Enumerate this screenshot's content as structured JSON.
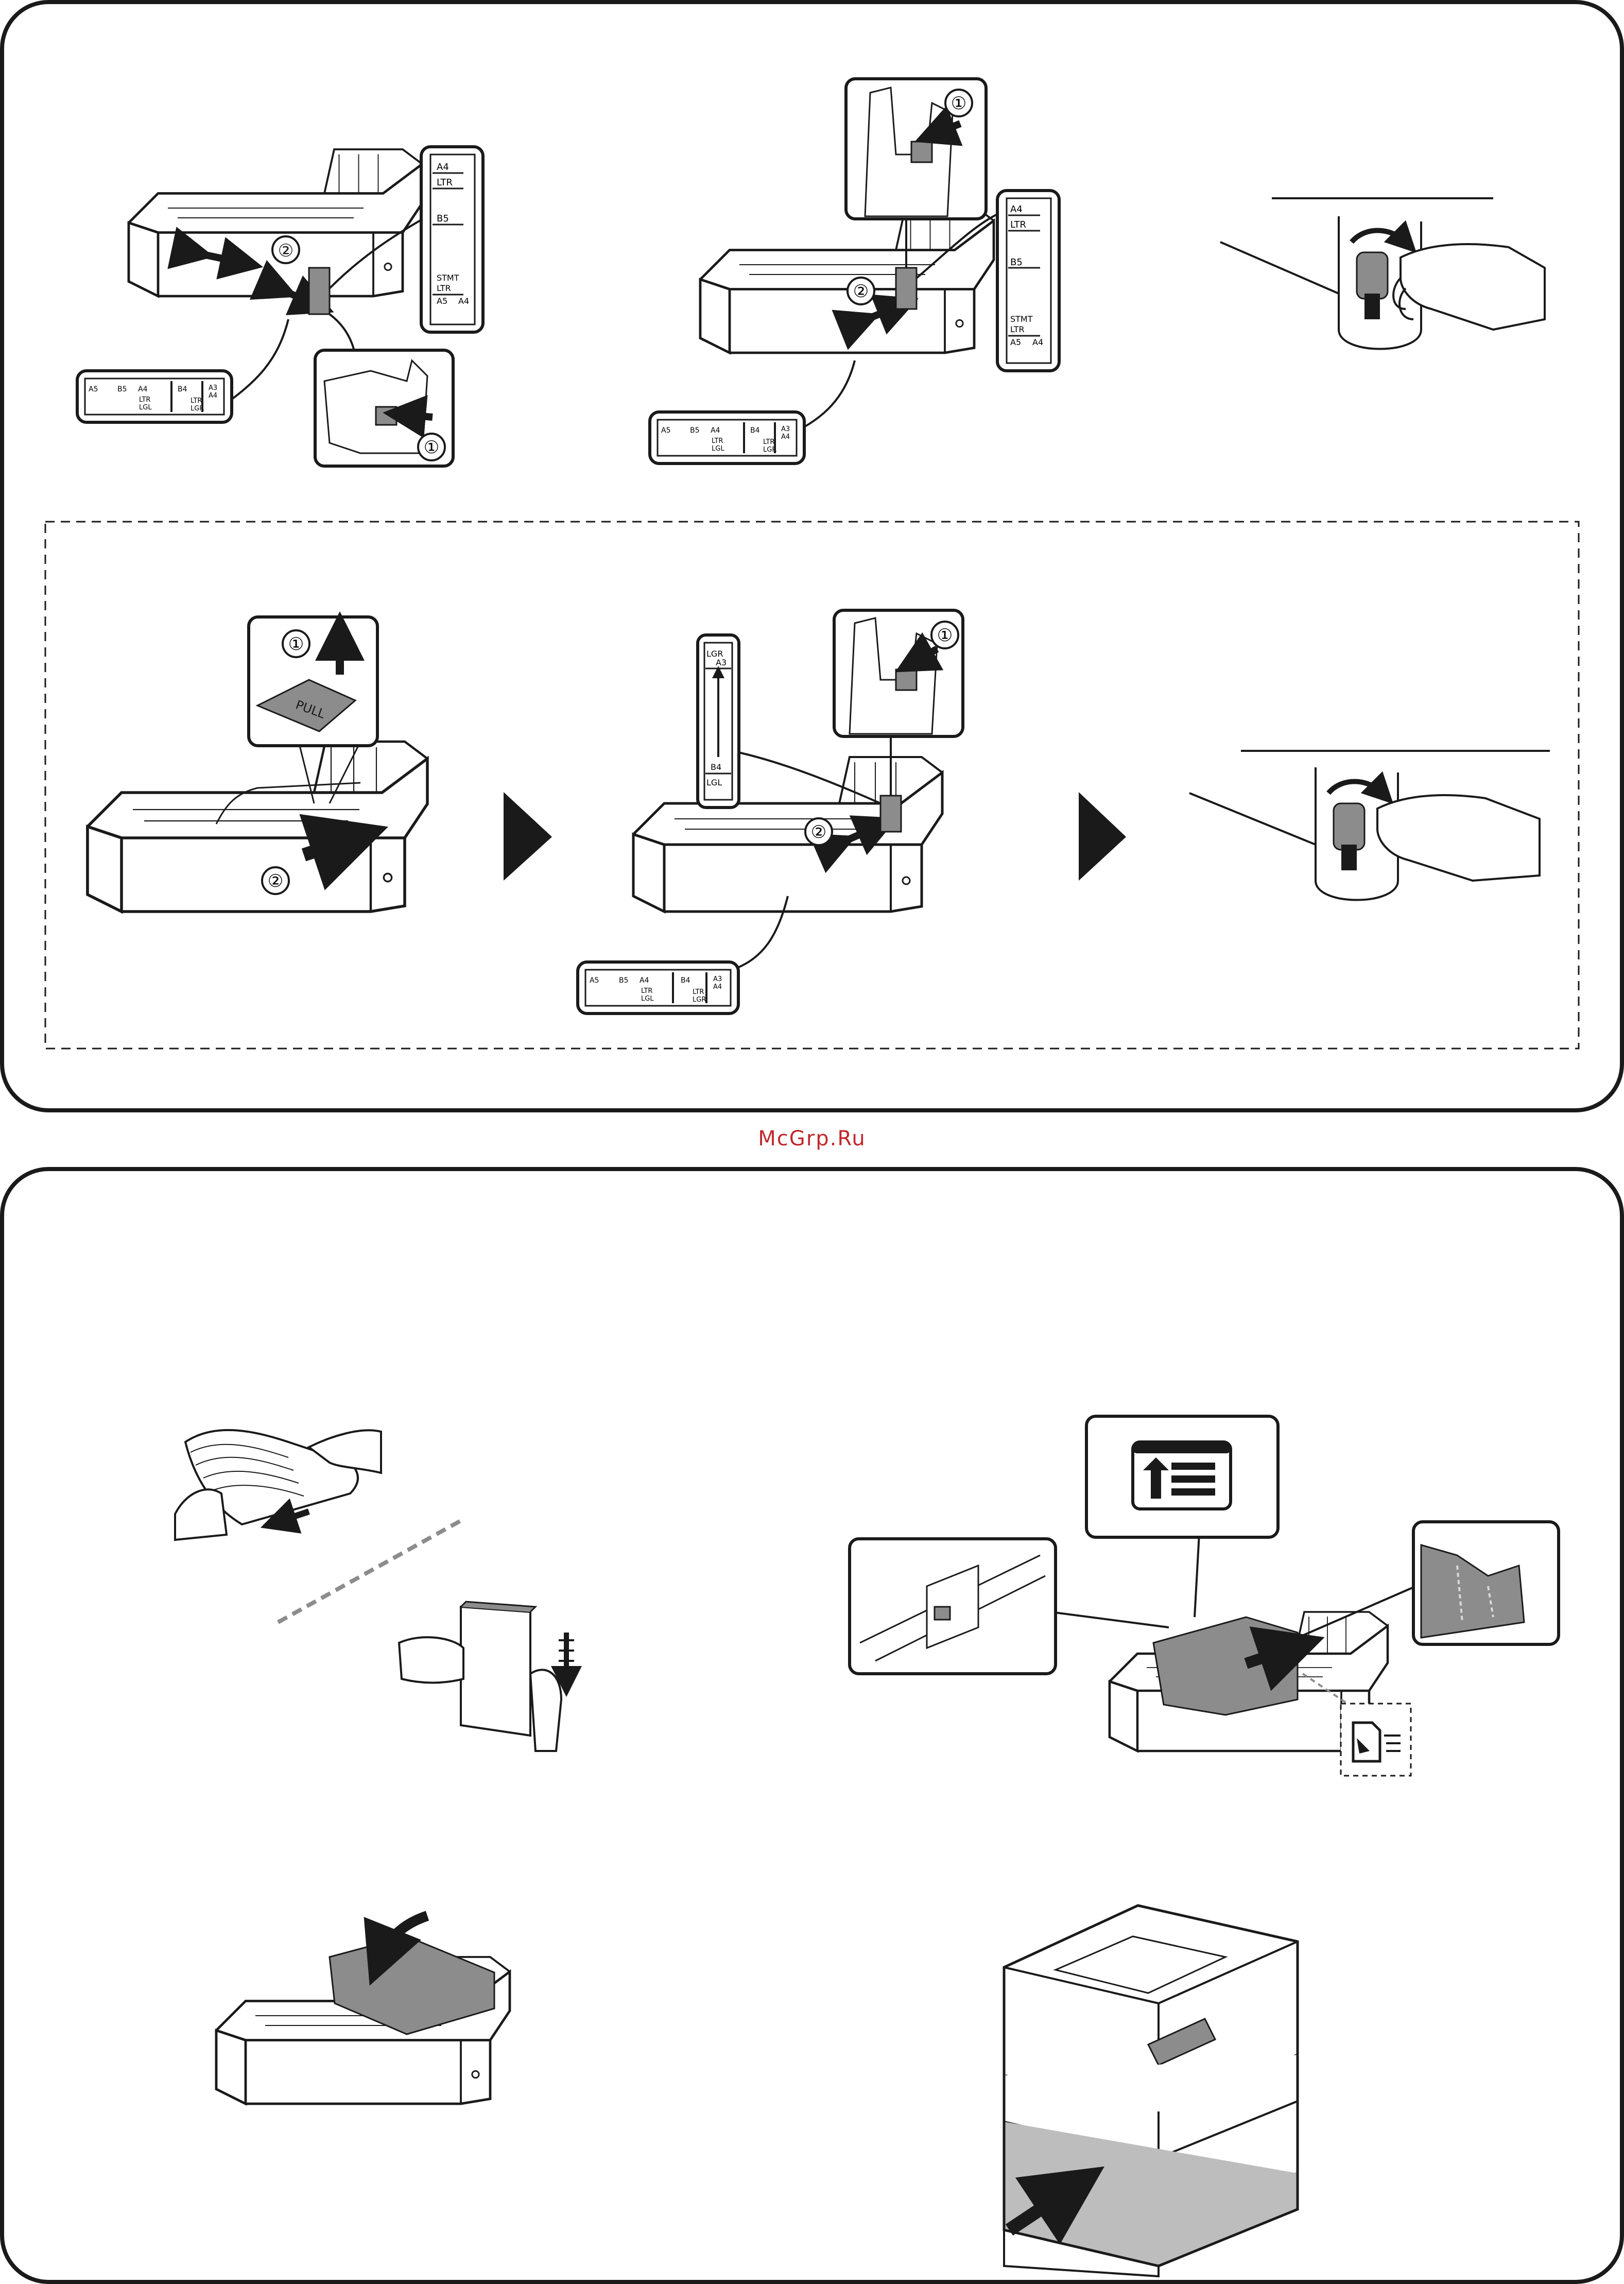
{
  "top_panel": {
    "step_a": {
      "callout_1": "①",
      "callout_2": "②",
      "length_scale": [
        "A4",
        "LTR",
        "B5",
        "STMT",
        "LTR",
        "A5",
        "A4"
      ],
      "width_scale_row1": [
        "A5",
        "B5",
        "A4",
        "B4",
        "A3",
        "A4"
      ],
      "width_scale_row2": [
        "LTR",
        "LGL",
        "LTR",
        "LGR"
      ]
    },
    "step_b": {
      "callout_1": "①",
      "callout_2": "②",
      "length_scale": [
        "A4",
        "LTR",
        "B5",
        "STMT",
        "LTR",
        "A5",
        "A4"
      ],
      "width_scale_row1": [
        "A5",
        "B5",
        "A4",
        "B4",
        "A3",
        "A4"
      ],
      "width_scale_row2": [
        "LTR",
        "LGL",
        "LTR",
        "LGR"
      ]
    },
    "extension": {
      "pull_tab": "PULL",
      "callout_1": "①",
      "callout_2": "②",
      "long_scale": [
        "LGR",
        "A3",
        "B4",
        "LGL"
      ],
      "width_scale_row1": [
        "A5",
        "B5",
        "A4",
        "B4",
        "A3",
        "A4"
      ],
      "width_scale_row2": [
        "LTR",
        "LGL",
        "LTR",
        "LGR"
      ],
      "callout_b1": "①",
      "callout_b2": "②"
    }
  },
  "watermark": "McGrp.Ru",
  "colors": {
    "line": "#1a1a1a",
    "shade": "#8c8c8c",
    "light": "#d9d9d9",
    "watermark": "#c0282d"
  }
}
